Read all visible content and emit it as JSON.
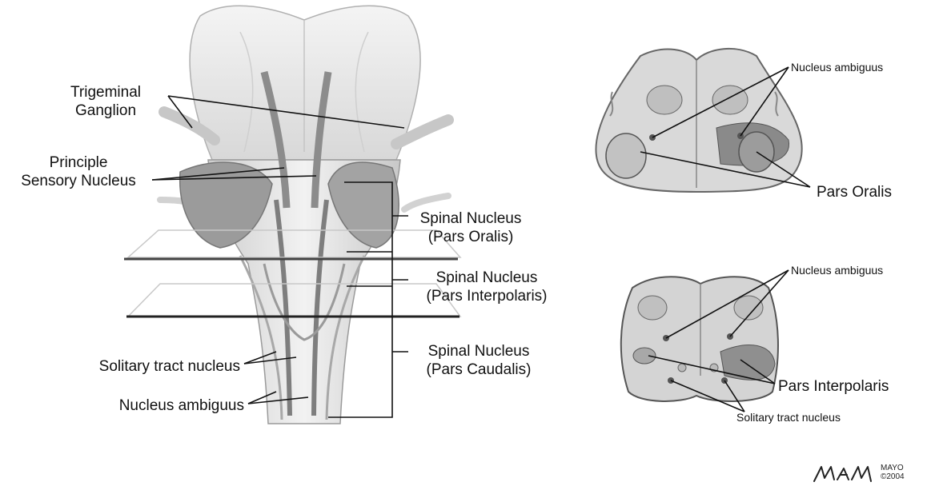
{
  "labels": {
    "trigeminal_ganglion": [
      "Trigeminal",
      "Ganglion"
    ],
    "principle_sensory_nucleus": [
      "Principle",
      "Sensory Nucleus"
    ],
    "spinal_nucleus_oralis": [
      "Spinal Nucleus",
      "(Pars Oralis)"
    ],
    "spinal_nucleus_interpolaris": [
      "Spinal Nucleus",
      "(Pars Interpolaris)"
    ],
    "spinal_nucleus_caudalis": [
      "Spinal Nucleus",
      "(Pars Caudalis)"
    ],
    "solitary_tract_nucleus_left": "Solitary tract nucleus",
    "nucleus_ambiguus_left": "Nucleus ambiguus",
    "nucleus_ambiguus_upper": "Nucleus ambiguus",
    "pars_oralis": "Pars Oralis",
    "nucleus_ambiguus_lower": "Nucleus ambiguus",
    "pars_interpolaris": "Pars Interpolaris",
    "solitary_tract_nucleus_right": "Solitary tract nucleus"
  },
  "credit": {
    "signature": "MAM",
    "org": "MAYO",
    "year": "©2004"
  },
  "colors": {
    "ink": "#111111",
    "tissue_light": "#e6e6e6",
    "tissue_mid": "#bdbdbd",
    "tissue_dark": "#7d7d7d"
  }
}
